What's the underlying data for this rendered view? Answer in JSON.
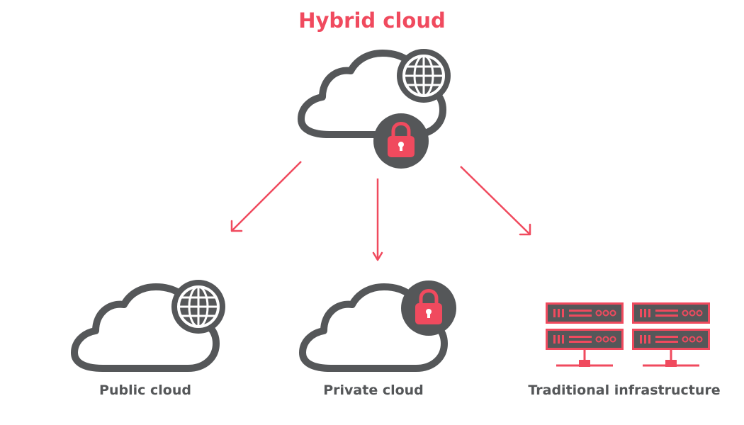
{
  "title": "Hybrid cloud",
  "nodes": {
    "public": "Public cloud",
    "private": "Private cloud",
    "traditional": "Traditional infrastructure"
  },
  "colors": {
    "accent": "#f04a5e",
    "dark": "#555759",
    "background": "#ffffff"
  }
}
